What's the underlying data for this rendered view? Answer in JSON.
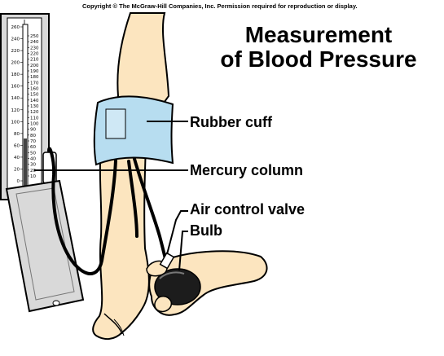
{
  "copyright": "Copyright © The McGraw-Hill Companies, Inc. Permission required for reproduction or display.",
  "title": {
    "line1": "Measurement",
    "line2": "of Blood Pressure"
  },
  "labels": {
    "cuff": "Rubber cuff",
    "mercury": "Mercury column",
    "valve": "Air control valve",
    "bulb": "Bulb"
  },
  "scale_left": [
    "260",
    "240",
    "220",
    "200",
    "180",
    "160",
    "140",
    "120",
    "100",
    "80",
    "60",
    "40",
    "20",
    "0"
  ],
  "scale_right": [
    "250",
    "240",
    "230",
    "220",
    "210",
    "200",
    "190",
    "180",
    "170",
    "160",
    "150",
    "140",
    "130",
    "120",
    "110",
    "100",
    "90",
    "80",
    "70",
    "60",
    "50",
    "40",
    "30",
    "20",
    "10"
  ],
  "colors": {
    "cuff": "#b7ddf0",
    "skin": "#fce5bf",
    "case": "#d9d9d9",
    "bulb": "#1c1c1c"
  }
}
